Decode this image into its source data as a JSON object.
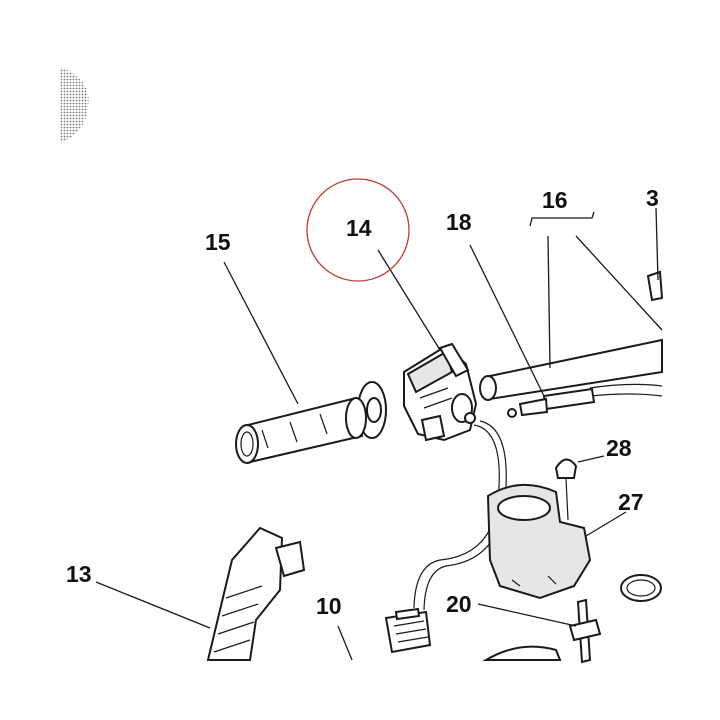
{
  "diagram": {
    "callouts": {
      "c13": "13",
      "c14": "14",
      "c15": "15",
      "c16": "16",
      "c18": "18",
      "c20": "20",
      "c27": "27",
      "c28": "28",
      "c10": "10",
      "c3": "3"
    },
    "highlight_color": "#c0392b",
    "highlighted_part": "14",
    "line_color": "#1a1a1a"
  }
}
